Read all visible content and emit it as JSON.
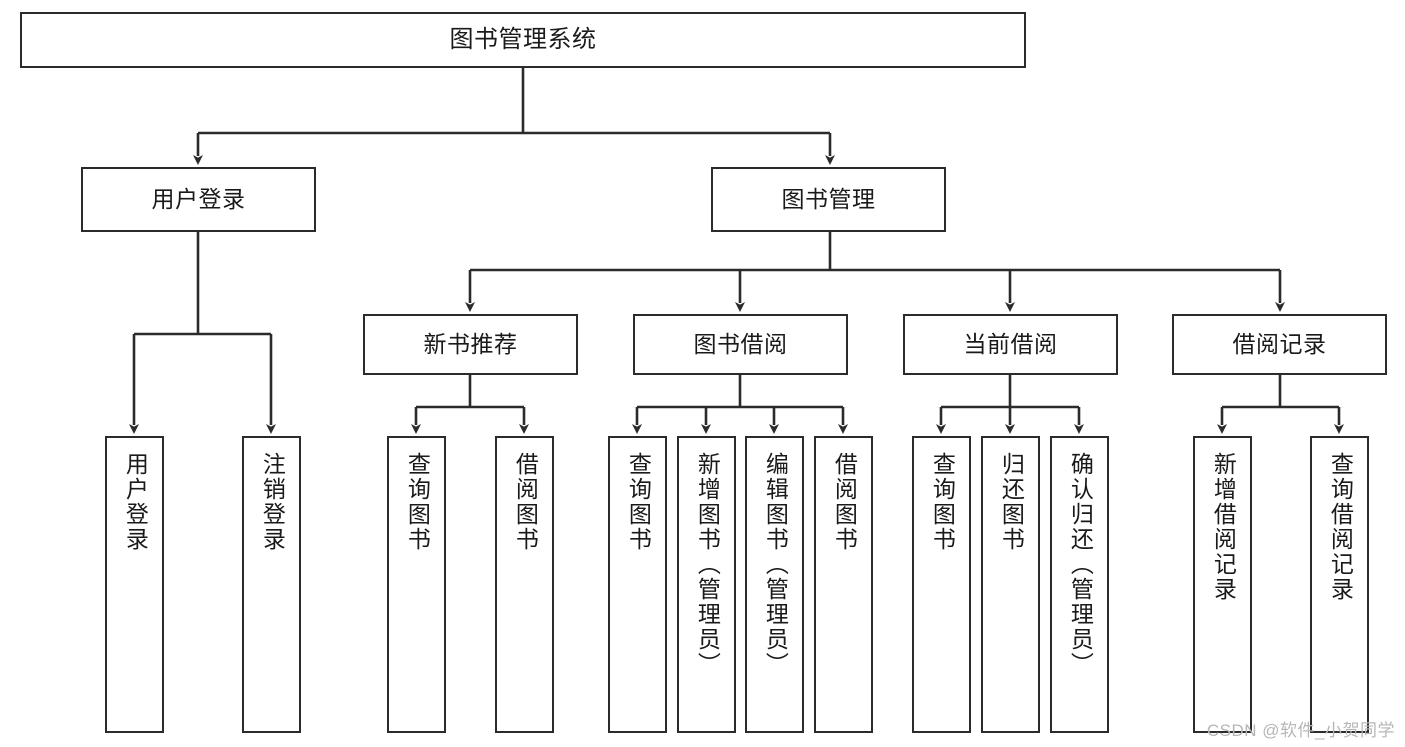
{
  "diagram": {
    "title": "图书管理系统",
    "watermark": "CSDN @软件_小贺同学",
    "colors": {
      "stroke": "#2b2b2b",
      "fill": "#ffffff",
      "text": "#1a1a1a",
      "watermark": "#b6b6b6"
    },
    "levels": {
      "root": {
        "label": "图书管理系统"
      },
      "level2": [
        {
          "label": "用户登录"
        },
        {
          "label": "图书管理"
        }
      ],
      "level3": [
        {
          "label": "新书推荐"
        },
        {
          "label": "图书借阅"
        },
        {
          "label": "当前借阅"
        },
        {
          "label": "借阅记录"
        }
      ],
      "level4": {
        "user_login": [
          {
            "label": "用户登录"
          },
          {
            "label": "注销登录"
          }
        ],
        "new_book_recommend": [
          {
            "label": "查询图书"
          },
          {
            "label": "借阅图书"
          }
        ],
        "book_borrow": [
          {
            "label": "查询图书"
          },
          {
            "label": "新增图书（管理员）"
          },
          {
            "label": "编辑图书（管理员）"
          },
          {
            "label": "借阅图书"
          }
        ],
        "current_borrow": [
          {
            "label": "查询图书"
          },
          {
            "label": "归还图书"
          },
          {
            "label": "确认归还（管理员）"
          }
        ],
        "borrow_record": [
          {
            "label": "新增借阅记录"
          },
          {
            "label": "查询借阅记录"
          }
        ]
      }
    }
  }
}
